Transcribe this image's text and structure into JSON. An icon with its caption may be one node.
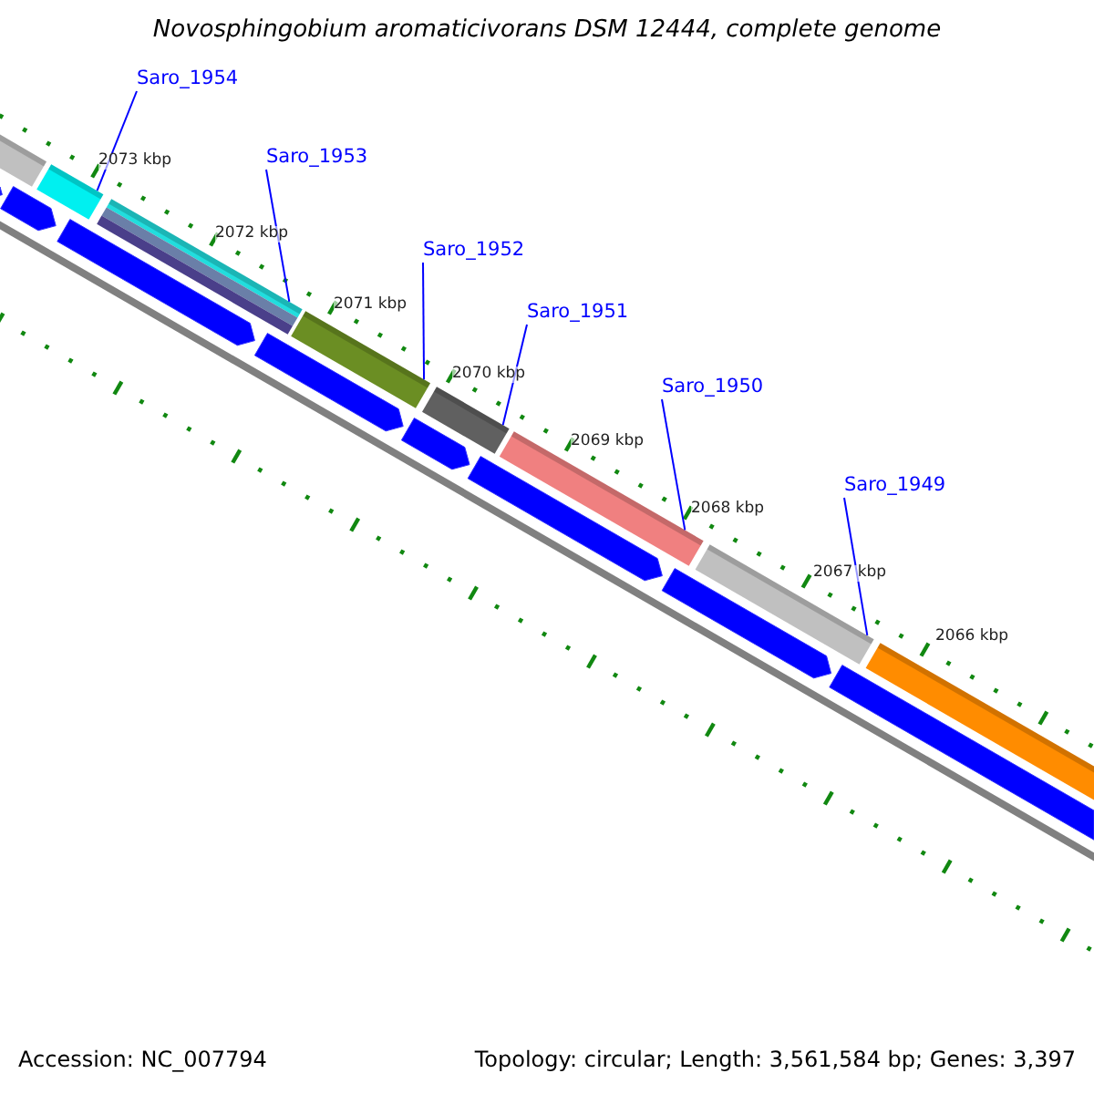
{
  "diagram": {
    "title": "Novosphingobium aromaticivorans DSM 12444, complete genome",
    "nodes": [
      {
        "text": [
          "Saro_1954"
        ]
      },
      {
        "text": [
          "Saro_1953"
        ]
      },
      {
        "text": [
          "Saro_1952"
        ]
      },
      {
        "text": [
          "Saro_1951"
        ]
      },
      {
        "text": [
          "Saro_1950"
        ]
      },
      {
        "text": [
          "Saro_1949"
        ]
      },
      {
        "text": [],
        "shape": "bar"
      },
      {
        "text": [],
        "shape": "bar"
      },
      {
        "text": [],
        "shape": "bar"
      },
      {
        "text": [],
        "shape": "bar"
      },
      {
        "text": [],
        "shape": "bar"
      },
      {
        "text": [],
        "shape": "bar"
      },
      {
        "text": [],
        "shape": "bar"
      },
      {
        "text": [],
        "shape": "bar"
      },
      {
        "text": [],
        "shape": "box"
      },
      {
        "text": [],
        "shape": "box"
      },
      {
        "text": [],
        "shape": "box"
      },
      {
        "text": [],
        "shape": "box"
      },
      {
        "text": [],
        "shape": "box"
      },
      {
        "text": [],
        "shape": "box"
      },
      {
        "text": [],
        "shape": "box"
      },
      {
        "text": [],
        "shape": "box"
      }
    ],
    "edges": [
      {
        "from": 0,
        "to": 7,
        "arrow": "none"
      },
      {
        "from": 1,
        "to": 8,
        "arrow": "none"
      },
      {
        "from": 2,
        "to": 9,
        "arrow": "none"
      },
      {
        "from": 3,
        "to": 10,
        "arrow": "none"
      },
      {
        "from": 4,
        "to": 11,
        "arrow": "none"
      },
      {
        "from": 5,
        "to": 12,
        "arrow": "none"
      }
    ],
    "labels": [
      "2073 kbp",
      "2072 kbp",
      "2071 kbp",
      "2070 kbp",
      "2069 kbp",
      "2068 kbp",
      "2067 kbp",
      "2066 kbp",
      "Accession: NC_007794",
      "Topology: circular; Length: 3,561,584 bp; Genes: 3,397"
    ]
  }
}
